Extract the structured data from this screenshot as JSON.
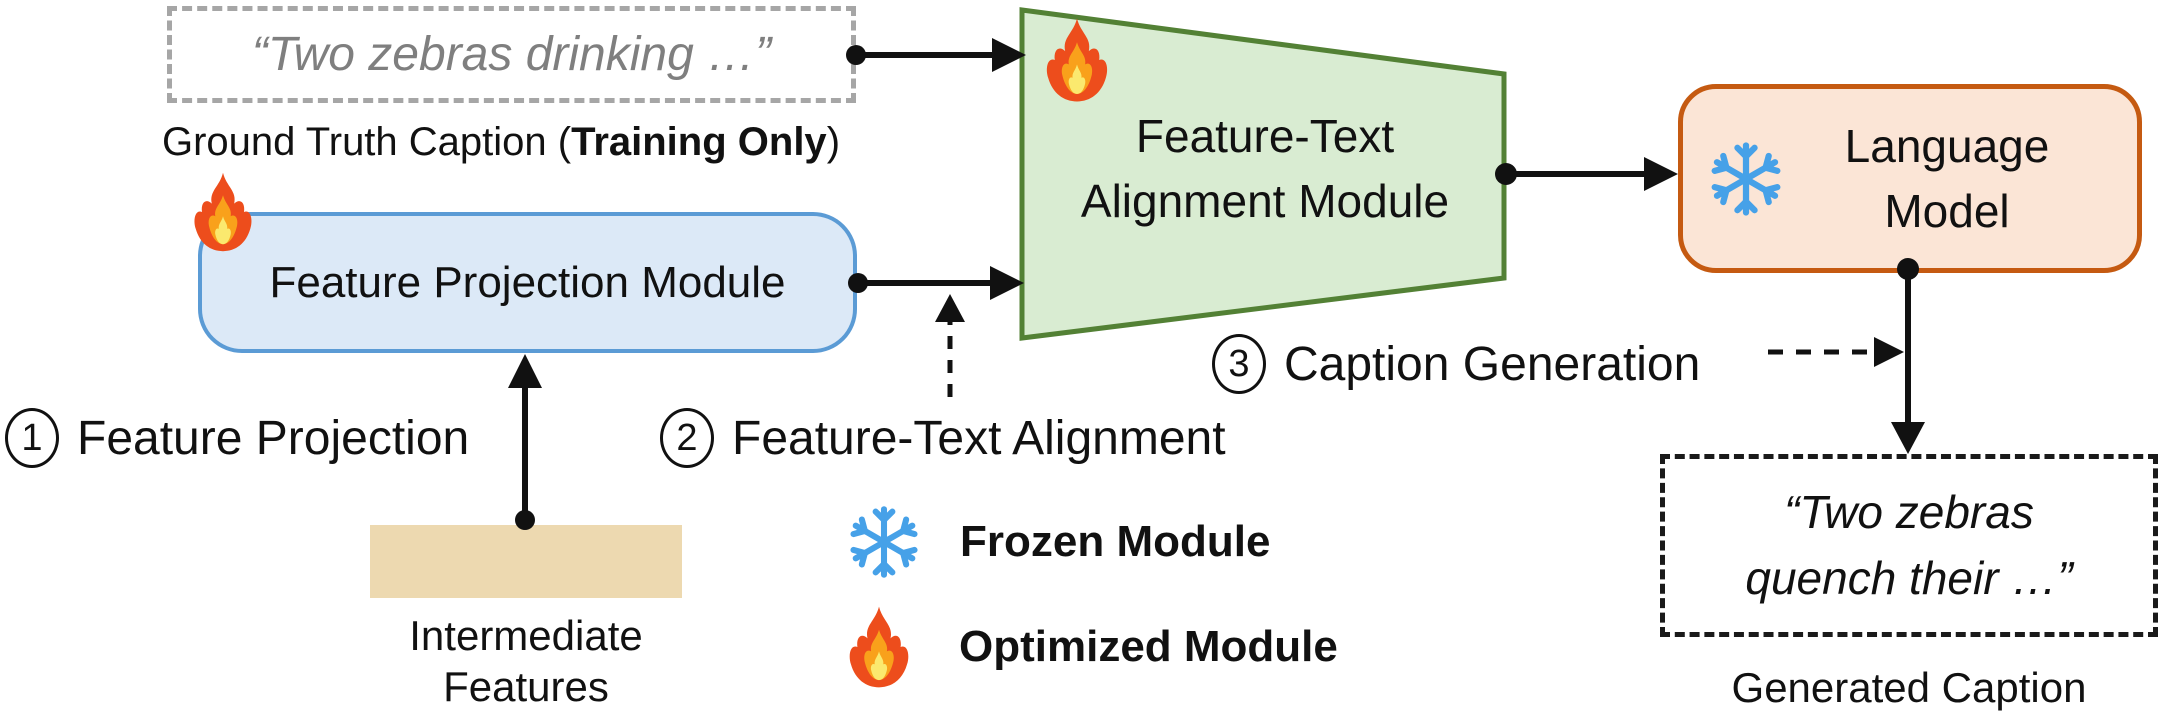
{
  "diagram": {
    "ground_truth": {
      "caption_text": "“Two zebras drinking …”",
      "label_prefix": "Ground Truth Caption (",
      "label_bold": "Training Only",
      "label_suffix": ")"
    },
    "modules": {
      "feature_projection": {
        "label": "Feature Projection Module",
        "status_icon": "flame-icon",
        "status": "optimized"
      },
      "feature_text_alignment": {
        "label_line1": "Feature-Text",
        "label_line2": "Alignment Module",
        "status_icon": "flame-icon",
        "status": "optimized"
      },
      "language_model": {
        "label_line1": "Language",
        "label_line2": "Model",
        "status_icon": "snowflake-icon",
        "status": "frozen"
      }
    },
    "intermediate_features": {
      "label_line1": "Intermediate",
      "label_line2": "Features"
    },
    "generated": {
      "caption_line1": "“Two zebras",
      "caption_line2": "quench their …”",
      "label": "Generated Caption"
    },
    "steps": [
      {
        "number": "1",
        "label": "Feature Projection"
      },
      {
        "number": "2",
        "label": "Feature-Text Alignment"
      },
      {
        "number": "3",
        "label": "Caption Generation"
      }
    ],
    "legend": [
      {
        "icon": "snowflake-icon",
        "label": "Frozen Module"
      },
      {
        "icon": "flame-icon",
        "label": "Optimized Module"
      }
    ],
    "colors": {
      "text": "#111111",
      "arrow": "#111111",
      "blue_fill": "#dce9f7",
      "blue_border": "#5b9bd5",
      "green_fill": "#d9ecd2",
      "green_border": "#538135",
      "orange_fill": "#fbe5d6",
      "orange_border": "#c55a11",
      "tan_fill": "#edd9b0",
      "gray_border": "#a6a6a6",
      "gray_text": "#7f7f7f",
      "snowflake": "#46a1e8",
      "flame_outer": "#ed4d1c",
      "flame_mid": "#f9a11b",
      "flame_inner": "#fbe96e"
    }
  }
}
